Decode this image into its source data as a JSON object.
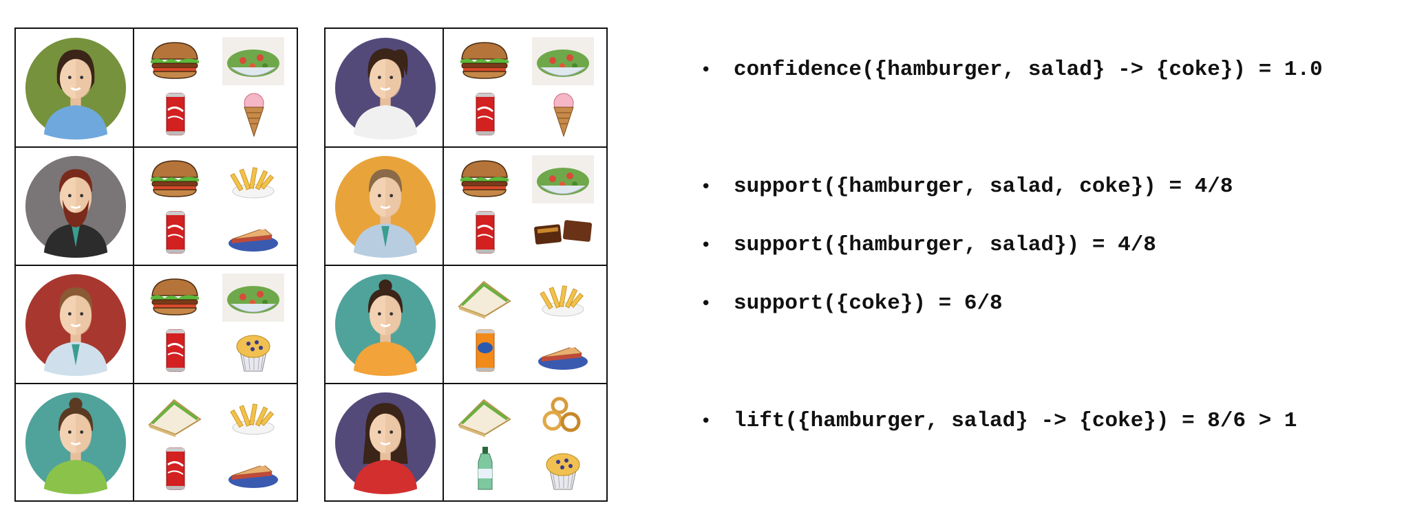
{
  "tables": [
    {
      "rows": [
        {
          "person": {
            "icon": "woman-avatar-icon",
            "bg": "#76923c",
            "hair": "#3b2418",
            "shirt": "#6fa8dc",
            "style": "short"
          },
          "items": [
            "hamburger-icon",
            "salad-icon",
            "coke-can-icon",
            "ice-cream-icon"
          ]
        },
        {
          "person": {
            "icon": "bearded-man-avatar-icon",
            "bg": "#7a7576",
            "hair": "#7a2a1a",
            "shirt": "#2c2c2c",
            "style": "beard"
          },
          "items": [
            "hamburger-icon",
            "fries-icon",
            "coke-can-icon",
            "pie-icon"
          ]
        },
        {
          "person": {
            "icon": "man-avatar-icon",
            "bg": "#a8382f",
            "hair": "#8a5a34",
            "shirt": "#cfe0ec",
            "style": "short-man"
          },
          "items": [
            "hamburger-icon",
            "salad-icon",
            "coke-can-icon",
            "muffin-icon"
          ]
        },
        {
          "person": {
            "icon": "woman-avatar-icon",
            "bg": "#4fa39a",
            "hair": "#5a3a22",
            "shirt": "#8bc34a",
            "style": "bun"
          },
          "items": [
            "sandwich-icon",
            "fries-icon",
            "coke-can-icon",
            "pie-icon"
          ]
        }
      ]
    },
    {
      "rows": [
        {
          "person": {
            "icon": "woman-ponytail-avatar-icon",
            "bg": "#534a7a",
            "hair": "#3b2418",
            "shirt": "#f0f0f0",
            "style": "ponytail"
          },
          "items": [
            "hamburger-icon",
            "salad-icon",
            "coke-can-icon",
            "ice-cream-icon"
          ]
        },
        {
          "person": {
            "icon": "man-avatar-icon",
            "bg": "#e8a43a",
            "hair": "#8a6a48",
            "shirt": "#b8cde0",
            "style": "short-man"
          },
          "items": [
            "hamburger-icon",
            "salad-icon",
            "coke-can-icon",
            "candy-bar-icon"
          ]
        },
        {
          "person": {
            "icon": "woman-avatar-icon",
            "bg": "#4fa39a",
            "hair": "#3b2418",
            "shirt": "#f2a33a",
            "style": "bun"
          },
          "items": [
            "sandwich-icon",
            "fries-icon",
            "fanta-can-icon",
            "pie-icon"
          ]
        },
        {
          "person": {
            "icon": "woman-avatar-icon",
            "bg": "#534a7a",
            "hair": "#3b2418",
            "shirt": "#d32f2f",
            "style": "long"
          },
          "items": [
            "sandwich-icon",
            "onion-rings-icon",
            "water-bottle-icon",
            "muffin-icon"
          ]
        }
      ]
    }
  ],
  "bullets": [
    {
      "symbol": "•",
      "text": "confidence({hamburger, salad} -> {coke}) = 1.0"
    },
    {
      "symbol": "•",
      "text": "support({hamburger, salad, coke}) = 4/8"
    },
    {
      "symbol": "•",
      "text": "support({hamburger, salad}) = 4/8"
    },
    {
      "symbol": "•",
      "text": "support({coke}) = 6/8"
    },
    {
      "symbol": "•",
      "text": "lift({hamburger, salad} -> {coke}) = 8/6 > 1"
    }
  ]
}
